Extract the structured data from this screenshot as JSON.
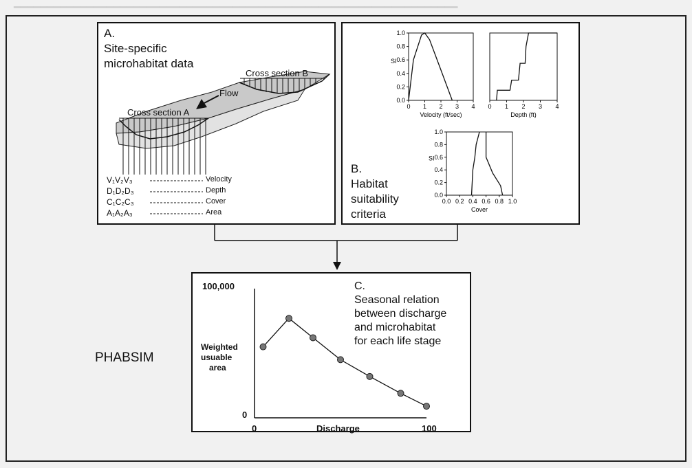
{
  "panel_a": {
    "letter": "A.",
    "title_line1": "Site-specific",
    "title_line2": "microhabitat data",
    "cross_section_b": "Cross section B",
    "cross_section_a": "Cross section A",
    "flow": "Flow",
    "rows": [
      {
        "symbols": "V₁V₂V₃",
        "label": "Velocity"
      },
      {
        "symbols": "D₁D₂D₃",
        "label": "Depth"
      },
      {
        "symbols": "C₁C₂C₃",
        "label": "Cover"
      },
      {
        "symbols": "A₁A₂A₃",
        "label": "Area"
      }
    ]
  },
  "panel_b": {
    "letter": "B.",
    "title_line1": "Habitat",
    "title_line2": "suitability",
    "title_line3": "criteria",
    "si_label": "SI",
    "velocity_chart": {
      "xlabel": "Velocity (ft/sec)",
      "x_ticks": [
        "0",
        "1",
        "2",
        "3",
        "4"
      ],
      "y_ticks": [
        "0.0",
        "0.2",
        "0.4",
        "0.6",
        "0.8",
        "1.0"
      ]
    },
    "depth_chart": {
      "xlabel": "Depth (ft)",
      "x_ticks": [
        "0",
        "1",
        "2",
        "3",
        "4"
      ]
    },
    "cover_chart": {
      "xlabel": "Cover",
      "x_ticks": [
        "0.0",
        "0.2",
        "0.4",
        "0.6",
        "0.8",
        "1.0"
      ],
      "y_ticks": [
        "0.0",
        "0.2",
        "0.4",
        "0.6",
        "0.8",
        "1.0"
      ]
    }
  },
  "panel_c": {
    "letter": "C.",
    "title_line1": "Seasonal relation",
    "title_line2": "between discharge",
    "title_line3": "and microhabitat",
    "title_line4": "for each life stage",
    "y_top": "100,000",
    "y_zero": "0",
    "ylabel_line1": "Weighted",
    "ylabel_line2": "usuable",
    "ylabel_line3": "area",
    "x_zero": "0",
    "x_max": "100",
    "xlabel": "Discharge"
  },
  "phabsim": "PHABSIM",
  "chart_data": [
    {
      "type": "line",
      "name": "velocity_suitability",
      "xlabel": "Velocity (ft/sec)",
      "ylabel": "SI",
      "x": [
        0.0,
        0.3,
        0.8,
        1.0,
        1.3,
        2.0,
        2.7
      ],
      "y": [
        0.0,
        0.6,
        0.97,
        1.0,
        0.9,
        0.45,
        0.0
      ],
      "xlim": [
        0,
        4
      ],
      "ylim": [
        0,
        1
      ]
    },
    {
      "type": "line",
      "name": "depth_suitability",
      "xlabel": "Depth (ft)",
      "x": [
        0.4,
        0.45,
        1.2,
        1.3,
        1.7,
        1.8,
        2.1,
        2.15,
        2.3,
        4.0
      ],
      "y": [
        0.0,
        0.15,
        0.15,
        0.3,
        0.3,
        0.55,
        0.55,
        0.8,
        1.0,
        1.0
      ],
      "xlim": [
        0,
        4
      ],
      "ylim": [
        0,
        1
      ]
    },
    {
      "type": "line",
      "name": "cover_suitability",
      "xlabel": "Cover",
      "ylabel": "SI",
      "x": [
        0.5,
        0.45,
        0.43,
        0.4,
        0.38,
        0.6,
        0.6,
        0.7,
        0.82,
        0.85
      ],
      "y": [
        1.0,
        0.8,
        0.6,
        0.4,
        0.0,
        1.0,
        0.6,
        0.35,
        0.15,
        0.0
      ],
      "xlim": [
        0,
        1
      ],
      "ylim": [
        0,
        1
      ]
    },
    {
      "type": "line",
      "name": "weighted_usable_area",
      "xlabel": "Discharge",
      "ylabel": "Weighted usuable area",
      "x": [
        5,
        20,
        34,
        50,
        67,
        85,
        100
      ],
      "y": [
        55000,
        77000,
        62000,
        45000,
        32000,
        19000,
        9000
      ],
      "xlim": [
        0,
        100
      ],
      "ylim": [
        0,
        100000
      ]
    }
  ]
}
